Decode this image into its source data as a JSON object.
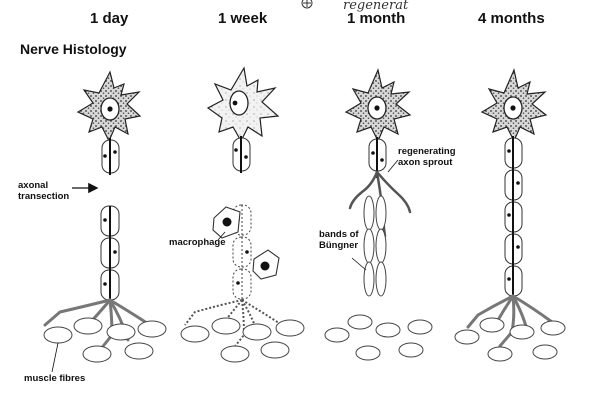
{
  "columns": [
    "1 day",
    "1 week",
    "1 month",
    "4 months"
  ],
  "section_title": "Nerve Histology",
  "handwriting": "regenerat",
  "labels": {
    "axonal_transection_1": "axonal",
    "axonal_transection_2": "transection",
    "macrophage": "macrophage",
    "regenerating_1": "regenerating",
    "regenerating_2": "axon sprout",
    "bands_1": "bands of",
    "bands_2": "Büngner",
    "muscle_fibres": "muscle fibres"
  }
}
